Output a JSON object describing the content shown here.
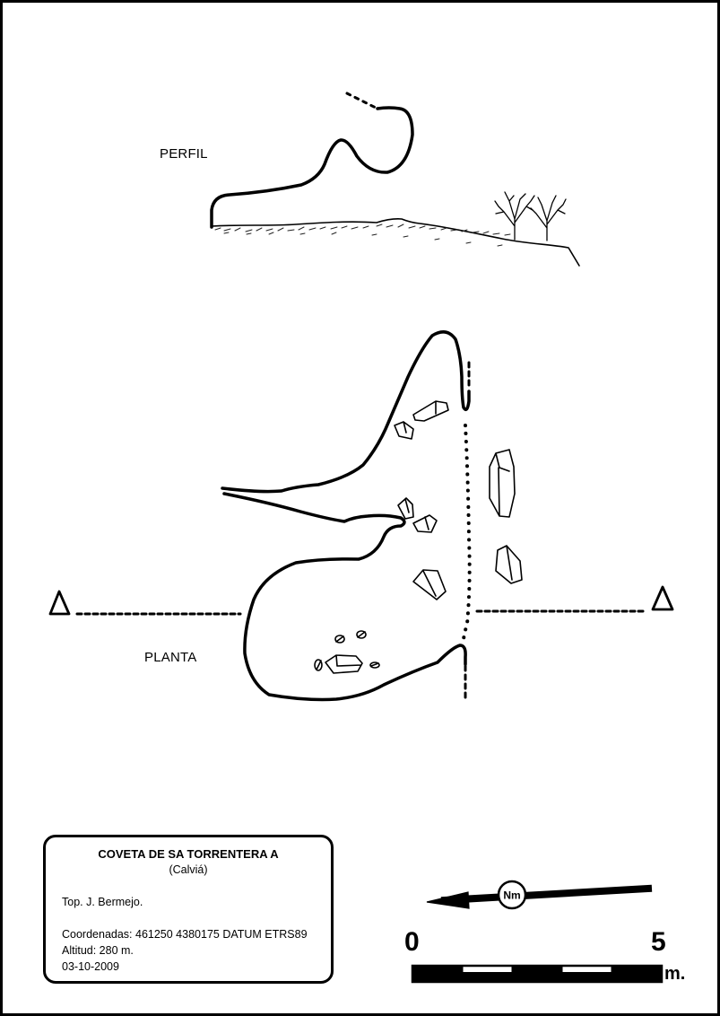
{
  "sections": {
    "profile_label": "PERFIL",
    "plan_label": "PLANTA"
  },
  "info": {
    "title": "COVETA DE SA TORRENTERA A",
    "subtitle": "(Calviá)",
    "topographer": "Top.  J. Bermejo.",
    "coordinates": "Coordenadas: 461250 4380175    DATUM ETRS89",
    "altitude": "Altitud: 280 m.",
    "date": "03-10-2009"
  },
  "north": {
    "label": "Nm"
  },
  "scale": {
    "start": "0",
    "end": "5",
    "unit": "m."
  }
}
